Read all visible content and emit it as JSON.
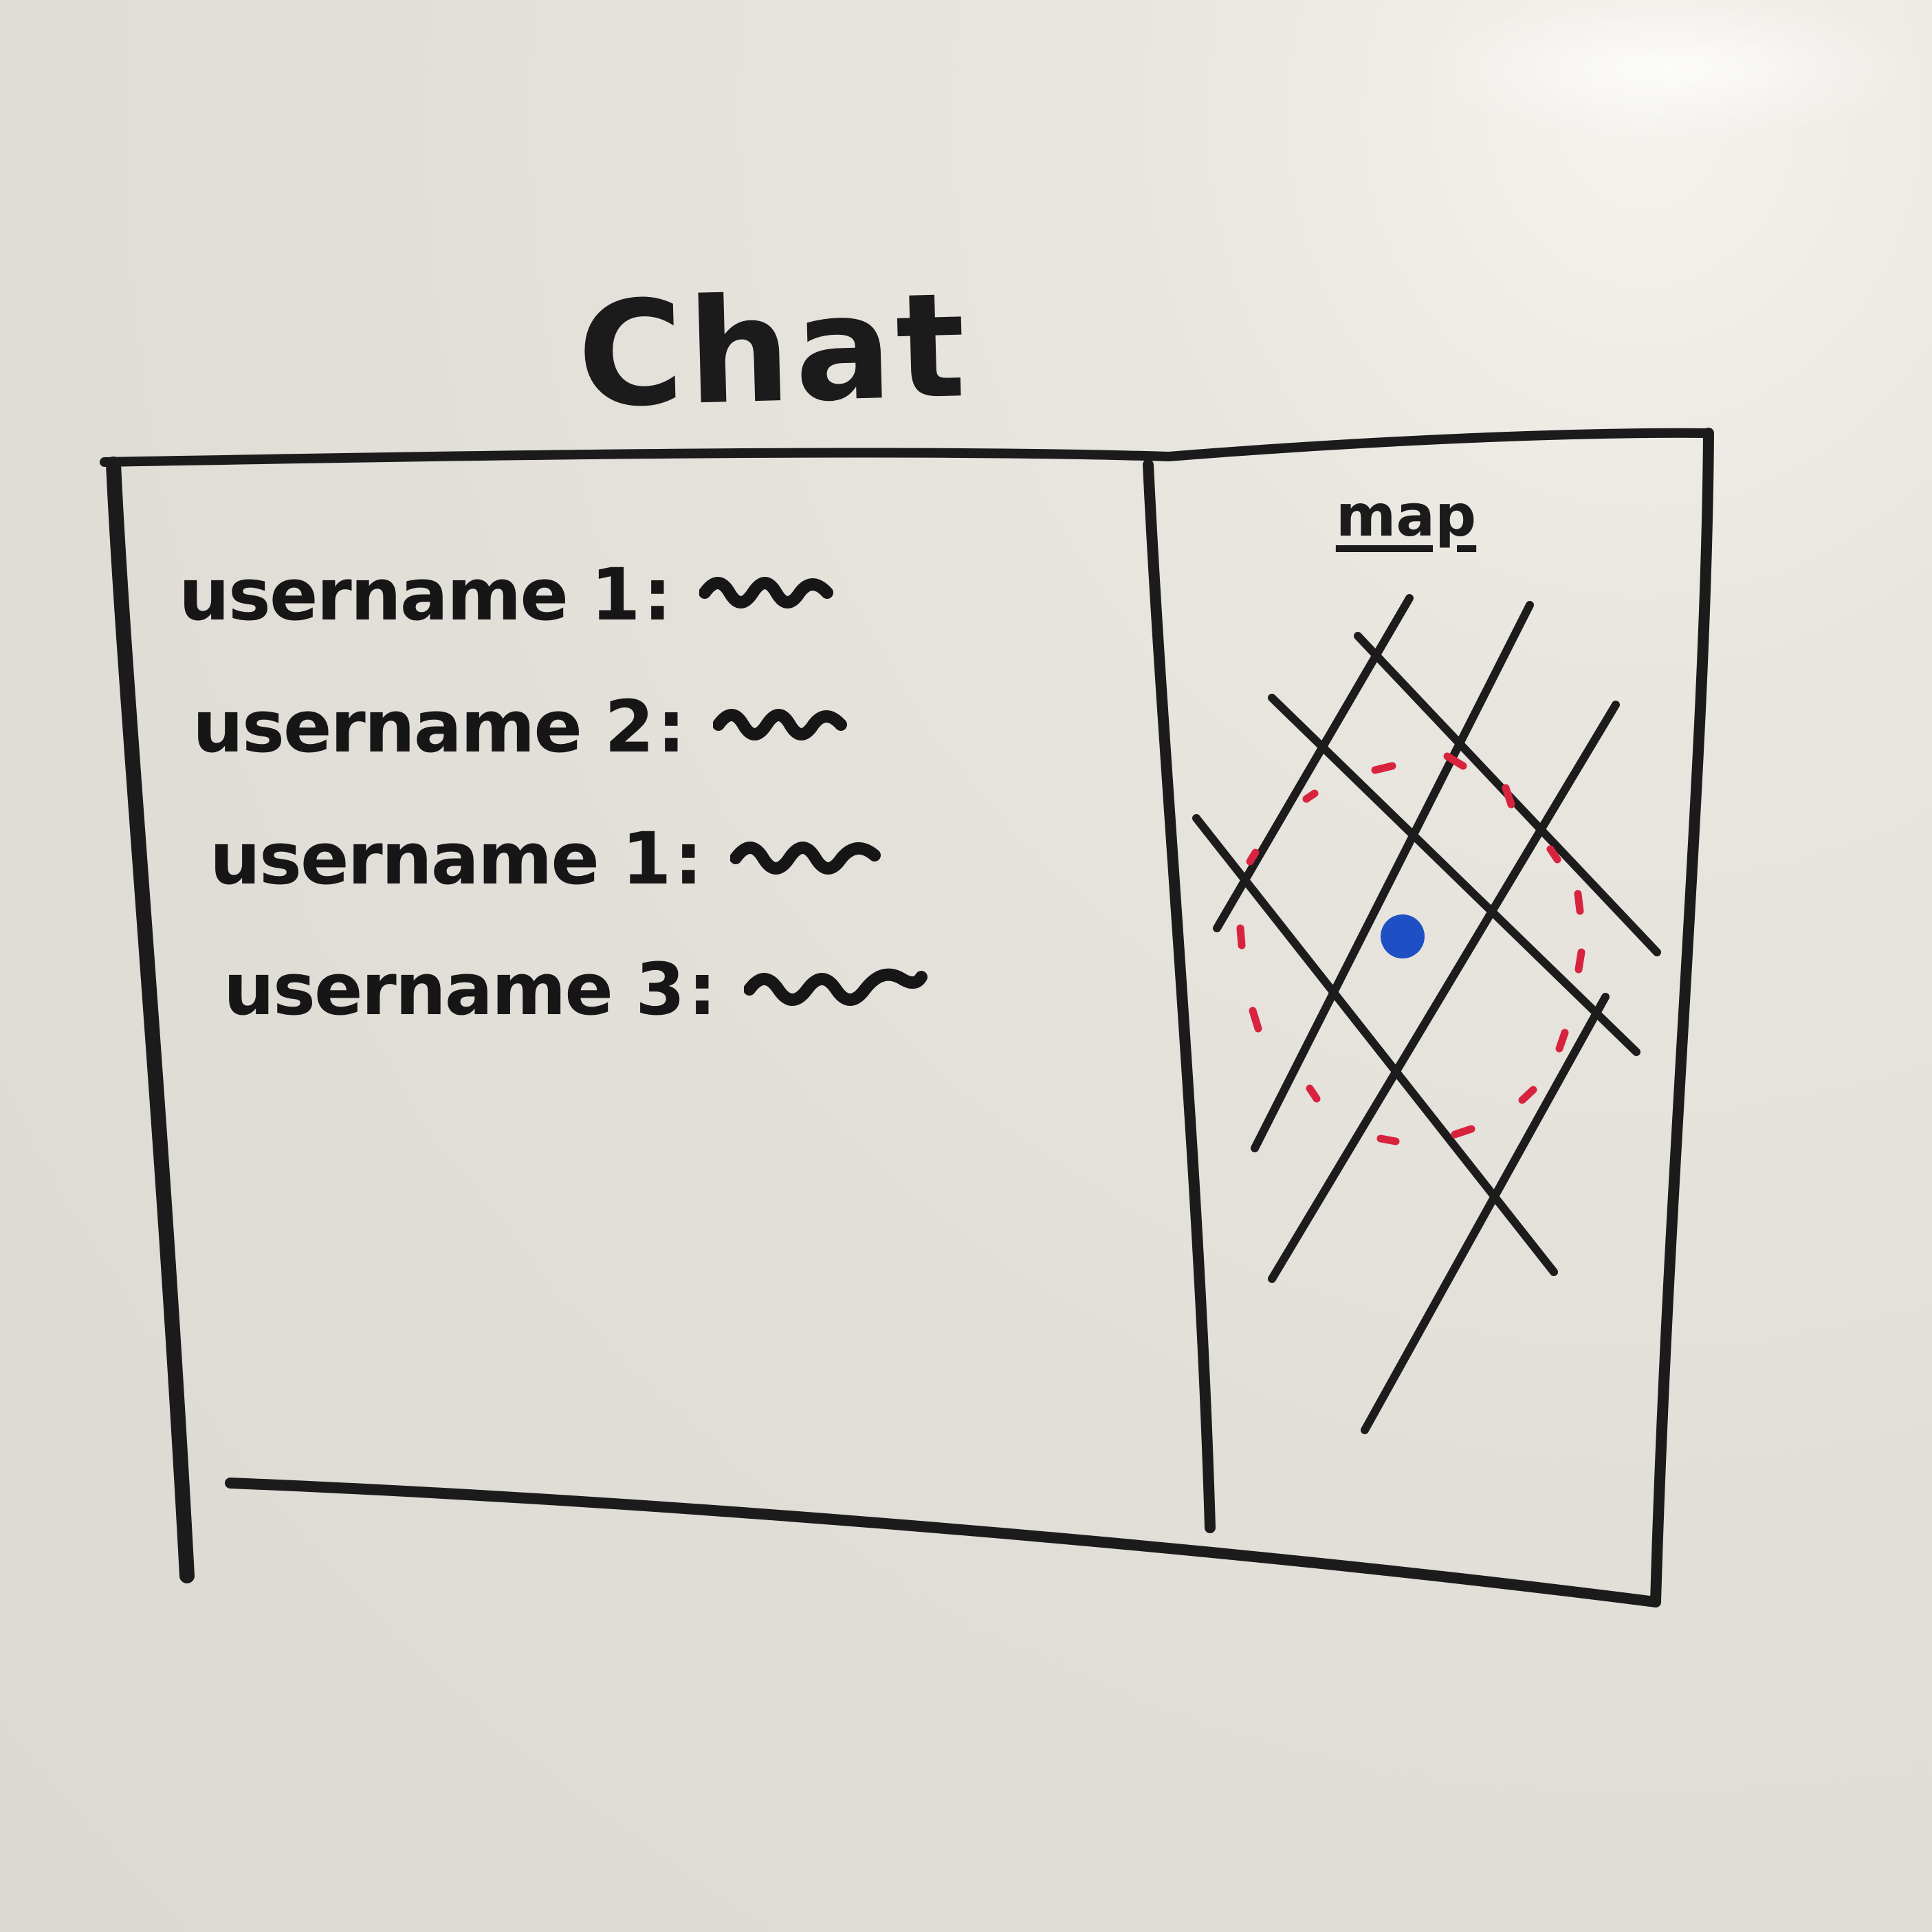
{
  "app": {
    "title": "Chat"
  },
  "chat": {
    "messages": [
      {
        "username": "username 1",
        "separator": ":"
      },
      {
        "username": "username 2",
        "separator": ":"
      },
      {
        "username": "username 1",
        "separator": ":"
      },
      {
        "username": "username 3",
        "separator": ":"
      }
    ]
  },
  "map": {
    "label": "map",
    "road_color": "#1c1c1c",
    "radius_color": "#d8233f",
    "location_marker_color": "#1e4fc4"
  },
  "colors": {
    "ink": "#1b1b1b",
    "whiteboard": "#e4e0da"
  }
}
